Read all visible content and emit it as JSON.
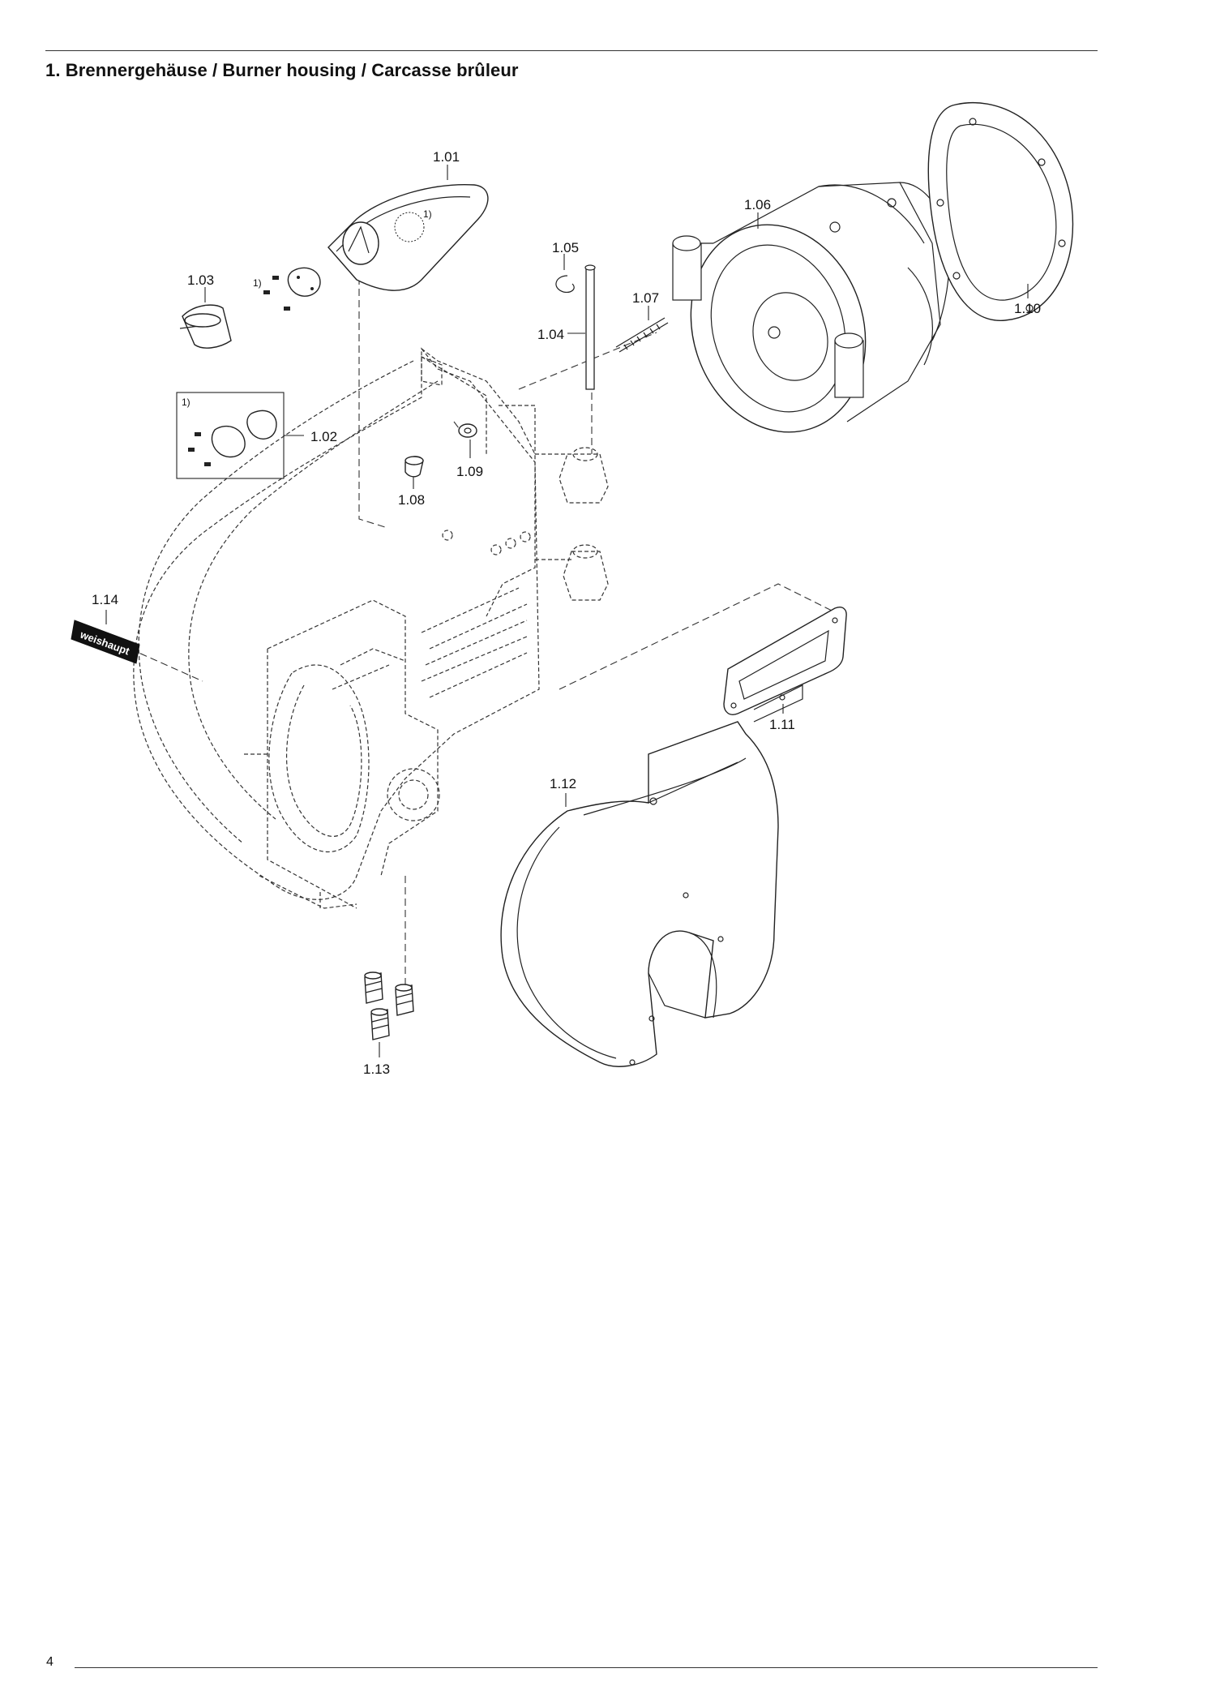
{
  "title": "1. Brennergehäuse / Burner housing / Carcasse brûleur",
  "page_number": "4",
  "parts": {
    "p101": "1.01",
    "p102": "1.02",
    "p103": "1.03",
    "p104": "1.04",
    "p105": "1.05",
    "p106": "1.06",
    "p107": "1.07",
    "p108": "1.08",
    "p109": "1.09",
    "p110": "1.10",
    "p111": "1.11",
    "p112": "1.12",
    "p113": "1.13",
    "p114": "1.14"
  },
  "footnote_mark": "1)",
  "brand_label": "weishaupt"
}
